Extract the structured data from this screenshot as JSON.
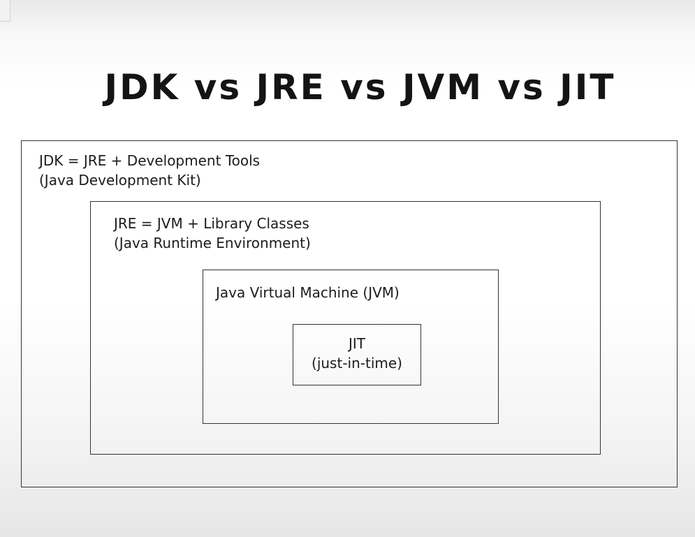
{
  "title": "JDK vs JRE vs JVM vs JIT",
  "diagram": {
    "jdk": {
      "line1": "JDK = JRE + Development Tools",
      "line2": "(Java Development Kit)"
    },
    "jre": {
      "line1": "JRE = JVM + Library Classes",
      "line2": "(Java Runtime Environment)"
    },
    "jvm": {
      "line1": "Java Virtual Machine (JVM)"
    },
    "jit": {
      "line1": "JIT",
      "line2": "(just-in-time)"
    }
  },
  "colors": {
    "stroke": "#333333",
    "text": "#1c1c1c",
    "background": "#ffffff"
  }
}
